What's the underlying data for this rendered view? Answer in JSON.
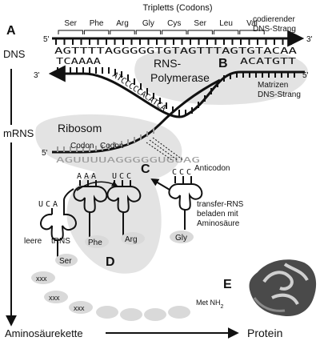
{
  "title": "Tripletts (Codons)",
  "codons": [
    "Ser",
    "Phe",
    "Arg",
    "Gly",
    "Cys",
    "Ser",
    "Leu",
    "Val"
  ],
  "coding_strand_label": [
    "codierender",
    "DNS-Strang"
  ],
  "template_strand_label": [
    "Matrizen",
    "DNS-Strang"
  ],
  "coding_sequence": "AGTTTTAGGGGGTGTAGTTTAGTGTACAA",
  "template_left": "TCAAAA",
  "template_right": "ACATGTT",
  "template_diag": "ATCCCCCACATCA",
  "mrna_sequence": "AGUUUUAGGGGGUGUAG",
  "primes": {
    "five_top": "5'",
    "three_top": "3'",
    "three_left": "3'",
    "five_right": "5'",
    "five_mrna": "5'"
  },
  "section_labels": {
    "A": "A",
    "B": "B",
    "C": "C",
    "D": "D",
    "E": "E"
  },
  "left_labels": {
    "dns": "DNS",
    "mrns": "mRNS",
    "chain": "Aminosäurekette"
  },
  "polymerase_label": [
    "RNS-",
    "Polymerase"
  ],
  "ribosome_label": "Ribosom",
  "codon_labels": [
    "Codon",
    "Codon"
  ],
  "anticodon_label": "Anticodon",
  "anticodons": [
    {
      "letters": "AAA",
      "aa": "Phe"
    },
    {
      "letters": "UCC",
      "aa": "Arg"
    },
    {
      "letters": "CCC",
      "aa": "Gly"
    }
  ],
  "empty_trna": {
    "letters": "UCA",
    "label": "leere",
    "aa": "Ser"
  },
  "trna_label": "tRNS",
  "transfer_label": [
    "transfer-RNS",
    "beladen mit",
    "Aminosäure"
  ],
  "chain_beads": [
    "xxx",
    "xxx",
    "xxx"
  ],
  "start": {
    "text": "Met NH",
    "sub": "2"
  },
  "product_label": "Protein",
  "colors": {
    "region_fill": "#e3e3e3",
    "line": "#111111",
    "faded": "#9a9a9a"
  },
  "protein_icon": "protein-ribbon-icon"
}
